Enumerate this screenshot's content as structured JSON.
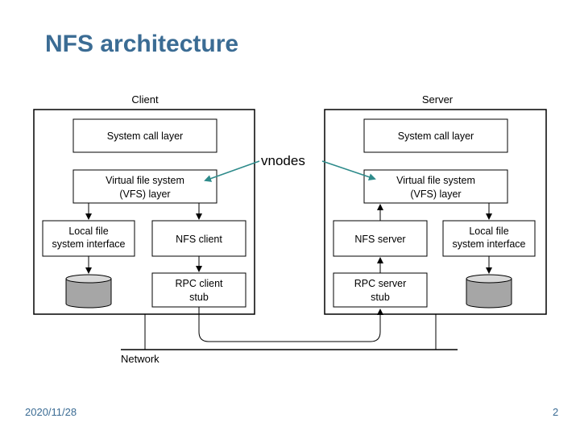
{
  "slide": {
    "title": "NFS architecture",
    "date": "2020/11/28",
    "page_number": "2"
  },
  "diagram": {
    "client_label": "Client",
    "server_label": "Server",
    "network_label": "Network",
    "vnodes_label": "vnodes",
    "client": {
      "syscall": "System call layer",
      "vfs_line1": "Virtual file system",
      "vfs_line2": "(VFS) layer",
      "local_line1": "Local file",
      "local_line2": "system interface",
      "nfs_client": "NFS client",
      "rpc_line1": "RPC client",
      "rpc_line2": "stub"
    },
    "server": {
      "syscall": "System call layer",
      "vfs_line1": "Virtual file system",
      "vfs_line2": "(VFS) layer",
      "local_line1": "Local file",
      "local_line2": "system interface",
      "nfs_server": "NFS server",
      "rpc_line1": "RPC server",
      "rpc_line2": "stub"
    },
    "colors": {
      "title": "#3b6c94",
      "vnodes_arrow": "#2e8b8b",
      "disk_fill": "#a6a6a6"
    }
  }
}
